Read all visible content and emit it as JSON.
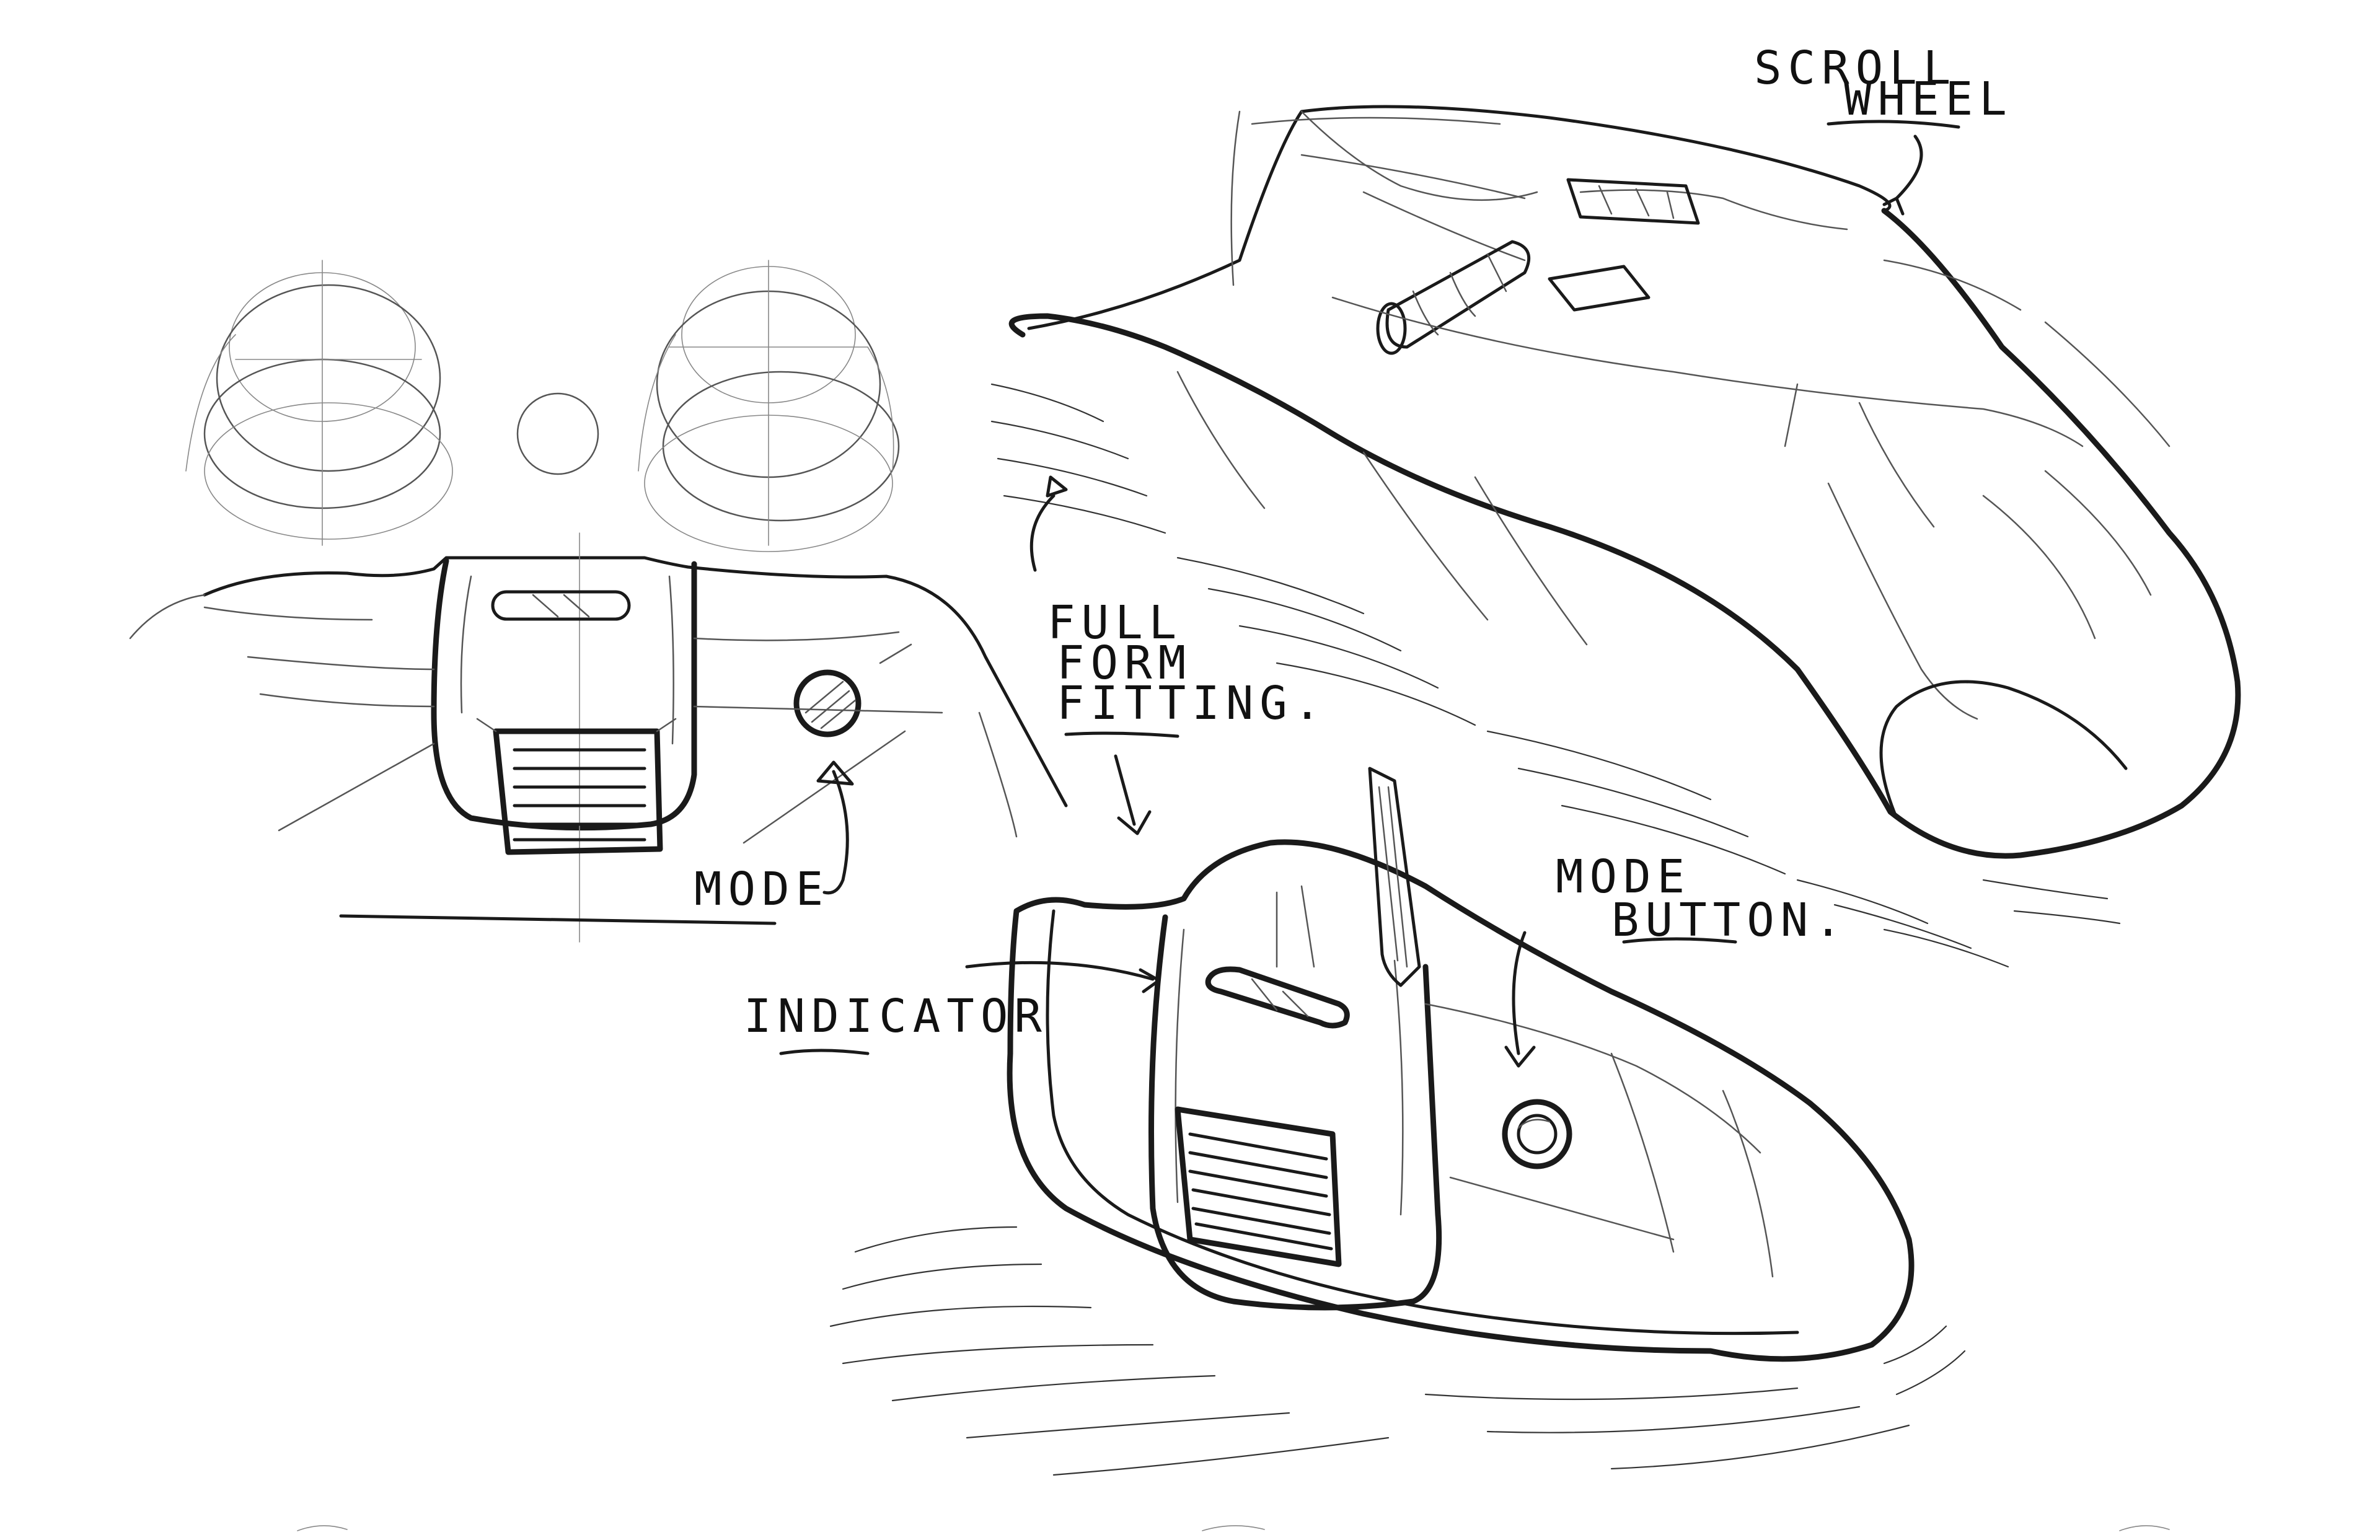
{
  "annotations": {
    "scroll_wheel_line1": "SCROLL",
    "scroll_wheel_line2": "WHEEL",
    "full_form_line1": "FULL",
    "full_form_line2": "FORM",
    "full_form_line3": "FITTING.",
    "mode": "MODE",
    "indicator": "INDICATOR",
    "mode_button_line1": "MODE",
    "mode_button_line2": "BUTTON."
  },
  "colors": {
    "ink": "#1a1a1a",
    "paper": "#ffffff"
  }
}
